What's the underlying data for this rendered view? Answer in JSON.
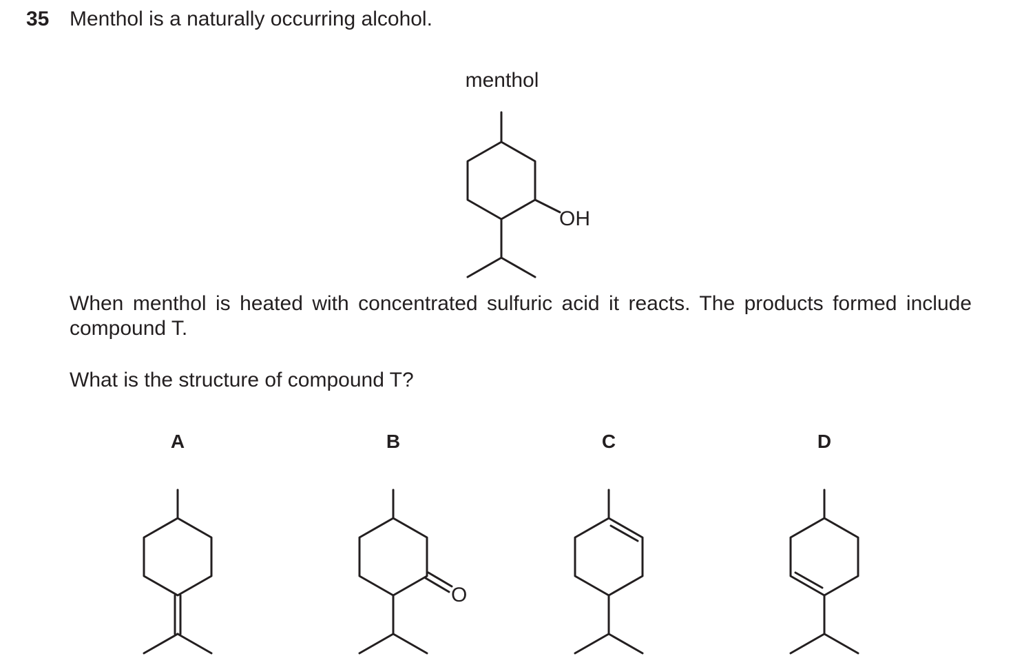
{
  "question": {
    "number": "35",
    "intro": "Menthol is a naturally occurring alcohol.",
    "molecule_label": "menthol",
    "oh_label": "OH",
    "paragraph_1": "When menthol is heated with concentrated sulfuric acid it reacts. The products formed include compound T.",
    "paragraph_2": "What is the structure of compound T?"
  },
  "options": [
    {
      "letter": "A"
    },
    {
      "letter": "B",
      "atom_label": "O"
    },
    {
      "letter": "C"
    },
    {
      "letter": "D"
    }
  ]
}
